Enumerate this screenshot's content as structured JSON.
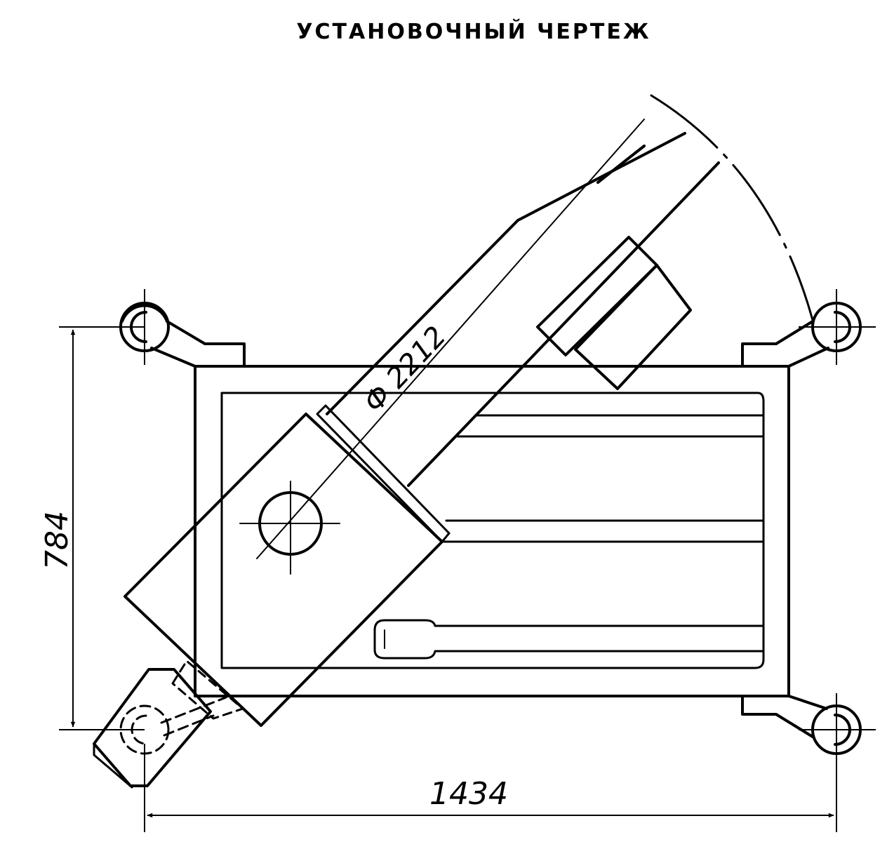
{
  "title": "УСТАНОВОЧНЫЙ ЧЕРТЕЖ",
  "dimensions": {
    "height": "784",
    "width": "1434",
    "diameter": "Ф 2212"
  },
  "colors": {
    "line": "#000000",
    "background": "#ffffff"
  }
}
